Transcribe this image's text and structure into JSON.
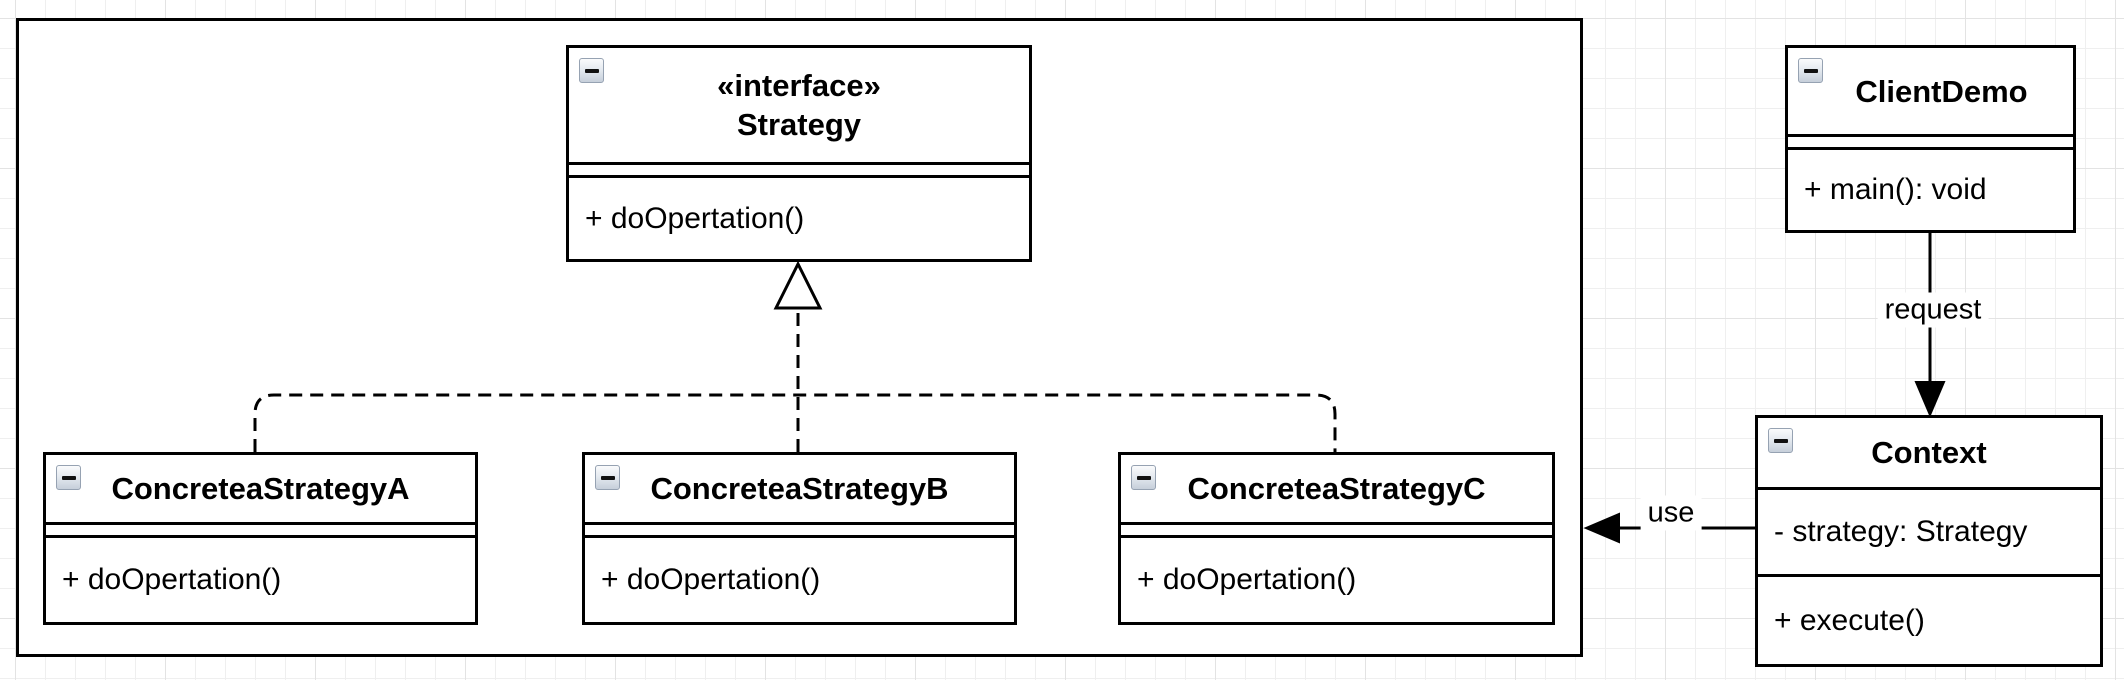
{
  "colors": {
    "stroke": "#000000",
    "fill": "#ffffff",
    "grid_minor": "#efefef",
    "grid_major": "#e3e3e3",
    "background": "#ffffff"
  },
  "classes": [
    {
      "key": "strategy",
      "stereotype": "«interface»",
      "name": "Strategy",
      "attributes": [],
      "methods": [
        "+ doOpertation()"
      ]
    },
    {
      "key": "concreteaStrategyA",
      "stereotype": "",
      "name": "ConcreteaStrategyA",
      "attributes": [],
      "methods": [
        "+ doOpertation()"
      ]
    },
    {
      "key": "concreteaStrategyB",
      "stereotype": "",
      "name": "ConcreteaStrategyB",
      "attributes": [],
      "methods": [
        "+ doOpertation()"
      ]
    },
    {
      "key": "concreteaStrategyC",
      "stereotype": "",
      "name": "ConcreteaStrategyC",
      "attributes": [],
      "methods": [
        "+ doOpertation()"
      ]
    },
    {
      "key": "clientDemo",
      "stereotype": "",
      "name": "ClientDemo",
      "attributes": [],
      "methods": [
        "+ main(): void"
      ]
    },
    {
      "key": "context",
      "stereotype": "",
      "name": "Context",
      "attributes": [
        "- strategy: Strategy"
      ],
      "methods": [
        "+ execute()"
      ]
    }
  ],
  "edges": [
    {
      "key": "realization",
      "type": "dashed-hollow-triangle",
      "label": ""
    },
    {
      "key": "request",
      "type": "solid-filled-arrow",
      "label": "request"
    },
    {
      "key": "use",
      "type": "solid-filled-arrow",
      "label": "use"
    }
  ]
}
